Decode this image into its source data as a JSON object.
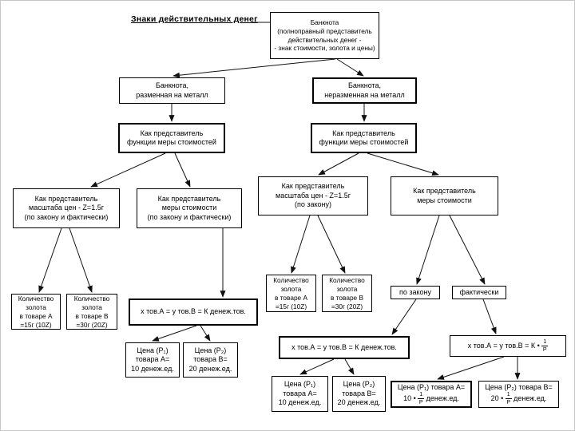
{
  "slide": {
    "title": "Знаки действительных денег",
    "background": "#ffffff",
    "line_color": "#111111",
    "border_color": "#c6c6c6"
  },
  "boxes": {
    "banknota_main": {
      "lines": [
        "Банкнота",
        "(полноправный представитель",
        "действительных денег -",
        "- знак стоимости, золота и цены)"
      ]
    },
    "banknota_razmennaya": {
      "lines": [
        "Банкнота,",
        "разменная на металл"
      ]
    },
    "banknota_nerazmennaya": {
      "lines": [
        "Банкнота,",
        "неразменная на металл"
      ]
    },
    "predstavitel_funkcii_left": {
      "lines": [
        "Как представитель",
        "функции меры стоимостей"
      ]
    },
    "predstavitel_funkcii_right": {
      "lines": [
        "Как представитель",
        "функции меры стоимостей"
      ]
    },
    "masshtab_cen_left": {
      "lines": [
        "Как представитель",
        "масштаба цен - Z=1.5г",
        "(по закону и фактически)"
      ]
    },
    "mera_stoimosti_left": {
      "lines": [
        "Как представитель",
        "меры стоимости",
        "(по закону и фактически)"
      ]
    },
    "masshtab_cen_right": {
      "lines": [
        "Как представитель",
        "масштаба цен - Z=1.5г",
        "(по закону)"
      ]
    },
    "mera_stoimosti_right": {
      "lines": [
        "Как представитель",
        "меры стоимости"
      ]
    },
    "kolichestvo_a_left": {
      "lines": [
        "Количество",
        "золота",
        "в товаре А",
        "=15г (10Z)"
      ]
    },
    "kolichestvo_b_left": {
      "lines": [
        "Количество",
        "золота",
        "в товаре В",
        "=30г (20Z)"
      ]
    },
    "kolichestvo_a_right": {
      "lines": [
        "Количество",
        "золота",
        "в товаре А",
        "=15г (10Z)"
      ]
    },
    "kolichestvo_b_right": {
      "lines": [
        "Количество",
        "золота",
        "в товаре В",
        "=30г (20Z)"
      ]
    },
    "po_zakonu": {
      "label": "по закону"
    },
    "fakticheski": {
      "label": "фактически"
    },
    "eq_left": {
      "text": "х тов.А = у тов.В = К денеж.тов."
    },
    "eq_middle": {
      "text": "х тов.А = у тов.В = К денеж.тов."
    },
    "eq_right": {
      "prefix": "х тов.А = у тов.В = К • ",
      "frac_num": "1",
      "frac_den": "Р"
    },
    "cena_a_left": {
      "lines": [
        "Цена (Р₁)",
        "товара А=",
        "10 денеж.ед."
      ]
    },
    "cena_b_left": {
      "lines": [
        "Цена (Р₂)",
        "товара В=",
        "20 денеж.ед."
      ]
    },
    "cena_a_middle": {
      "lines": [
        "Цена (Р₁)",
        "товара А=",
        "10 денеж.ед."
      ]
    },
    "cena_b_middle": {
      "lines": [
        "Цена (Р₂)",
        "товара В=",
        "20 денеж.ед."
      ]
    },
    "cena_a_right": {
      "line1": "Цена (Р₁) товара А=",
      "amount": "10 • ",
      "frac_num": "1",
      "frac_den": "Р",
      "suffix": " денеж.ед."
    },
    "cena_b_right": {
      "line1": "Цена (Р₂) товара В=",
      "amount": "20 • ",
      "frac_num": "1",
      "frac_den": "Р",
      "suffix": " денеж.ед."
    }
  }
}
